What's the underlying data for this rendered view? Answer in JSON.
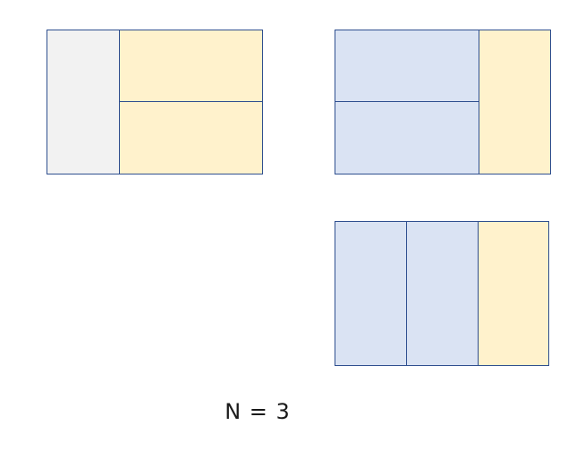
{
  "palette": {
    "gray": "#f2f2f2",
    "yellow": "#fff2cc",
    "blue": "#dae3f3",
    "border": "#2f4f8f"
  },
  "diagrams": [
    {
      "cells": [
        {
          "fill": "gray"
        },
        {
          "fill": "yellow"
        },
        {
          "fill": "yellow"
        }
      ]
    },
    {
      "cells": [
        {
          "fill": "blue"
        },
        {
          "fill": "blue"
        },
        {
          "fill": "yellow"
        }
      ]
    },
    {
      "cells": [
        {
          "fill": "blue"
        },
        {
          "fill": "blue"
        },
        {
          "fill": "yellow"
        }
      ]
    }
  ],
  "caption": "N = 3"
}
